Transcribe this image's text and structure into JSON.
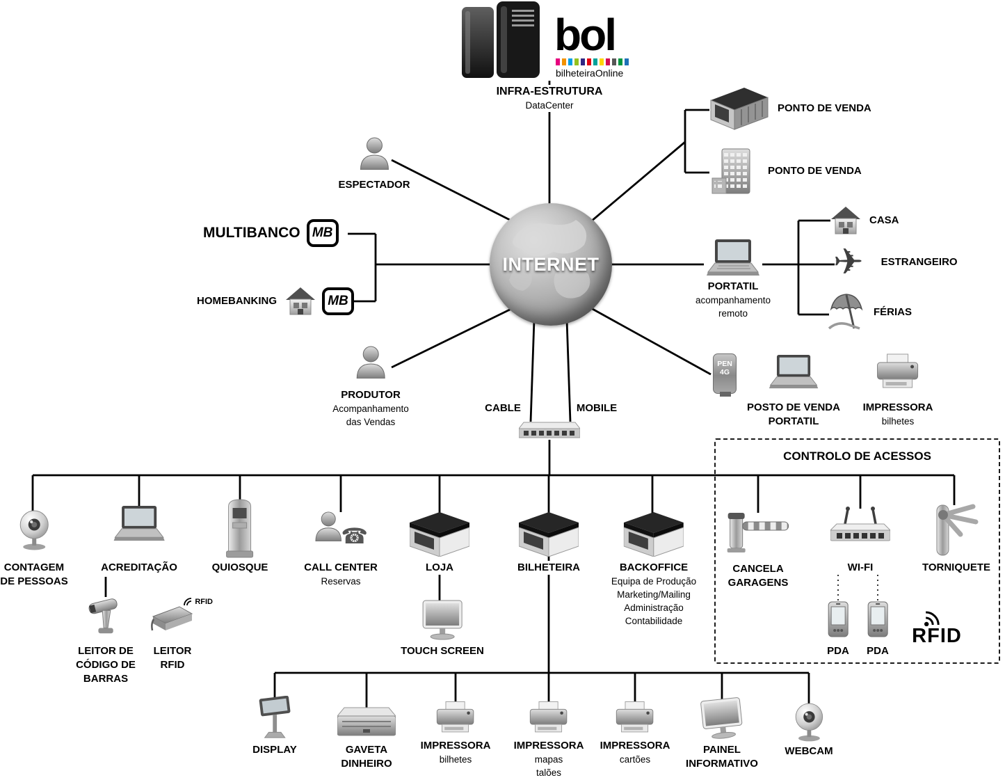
{
  "diagram": {
    "title_region": {
      "logo": "bol",
      "logo_sub": "bilheteiraOnline",
      "infra_label": "INFRA-ESTRUTURA",
      "infra_sub": "DataCenter"
    },
    "internet_label": "INTERNET",
    "espectador": {
      "label": "ESPECTADOR"
    },
    "multibanco": {
      "label": "MULTIBANCO",
      "mb": "MB"
    },
    "homebanking": {
      "label": "HOMEBANKING",
      "mb": "MB"
    },
    "produtor": {
      "label": "PRODUTOR",
      "sub1": "Acompanhamento",
      "sub2": "das Vendas"
    },
    "ponto_venda_1": {
      "label": "PONTO DE VENDA"
    },
    "ponto_venda_2": {
      "label": "PONTO DE VENDA"
    },
    "portatil": {
      "label": "PORTATIL",
      "sub1": "acompanhamento",
      "sub2": "remoto"
    },
    "casa": {
      "label": "CASA"
    },
    "estrangeiro": {
      "label": "ESTRANGEIRO"
    },
    "ferias": {
      "label": "FÉRIAS"
    },
    "pen4g": {
      "line1": "PEN",
      "line2": "4G"
    },
    "posto_venda_portatil": {
      "line1": "POSTO DE VENDA",
      "line2": "PORTATIL"
    },
    "impressora_remota": {
      "label": "IMPRESSORA",
      "sub": "bilhetes"
    },
    "cable": "CABLE",
    "mobile": "MOBILE",
    "contagem": {
      "line1": "CONTAGEM",
      "line2": "DE PESSOAS"
    },
    "acreditacao": {
      "label": "ACREDITAÇÃO"
    },
    "leitor_codigo": {
      "line1": "LEITOR DE",
      "line2": "CÓDIGO DE",
      "line3": "BARRAS"
    },
    "leitor_rfid": {
      "line1": "LEITOR",
      "line2": "RFID",
      "tag": "RFID"
    },
    "quiosque": {
      "label": "QUIOSQUE"
    },
    "call_center": {
      "label": "CALL CENTER",
      "sub": "Reservas"
    },
    "loja": {
      "label": "LOJA"
    },
    "touch_screen": {
      "label": "TOUCH SCREEN"
    },
    "bilheteira": {
      "label": "BILHETEIRA"
    },
    "backoffice": {
      "label": "BACKOFFICE",
      "sub1": "Equipa de Produção",
      "sub2": "Marketing/Mailing",
      "sub3": "Administração",
      "sub4": "Contabilidade"
    },
    "controlo_acessos": {
      "title": "CONTROLO DE ACESSOS",
      "cancela": {
        "line1": "CANCELA",
        "line2": "GARAGENS"
      },
      "wifi": {
        "label": "WI-FI"
      },
      "pda1": "PDA",
      "pda2": "PDA",
      "rfid": "RFID",
      "torniquete": {
        "label": "TORNIQUETE"
      }
    },
    "bilheteira_devices": {
      "display": {
        "label": "DISPLAY"
      },
      "gaveta": {
        "line1": "GAVETA",
        "line2": "DINHEIRO"
      },
      "imp_bilhetes": {
        "line1": "IMPRESSORA",
        "line2": "bilhetes"
      },
      "imp_mapas": {
        "line1": "IMPRESSORA",
        "line2": "mapas",
        "line3": "talões"
      },
      "imp_cartoes": {
        "line1": "IMPRESSORA",
        "line2": "cartões"
      },
      "painel": {
        "line1": "PAINEL",
        "line2": "INFORMATIVO"
      },
      "webcam": {
        "label": "WEBCAM"
      }
    },
    "icon_glyphs": {
      "plane_icon": "✈",
      "phone_icon": "☎"
    },
    "colors": {
      "line": "#000000",
      "background": "#ffffff",
      "logo_text": "#000000",
      "logo_bar_colors": [
        "#e6007e",
        "#f39200",
        "#009fe3",
        "#95c11f",
        "#312783",
        "#e30613",
        "#00a19a",
        "#ffd500",
        "#d60b52",
        "#575756",
        "#009640",
        "#1d71b8"
      ]
    }
  }
}
